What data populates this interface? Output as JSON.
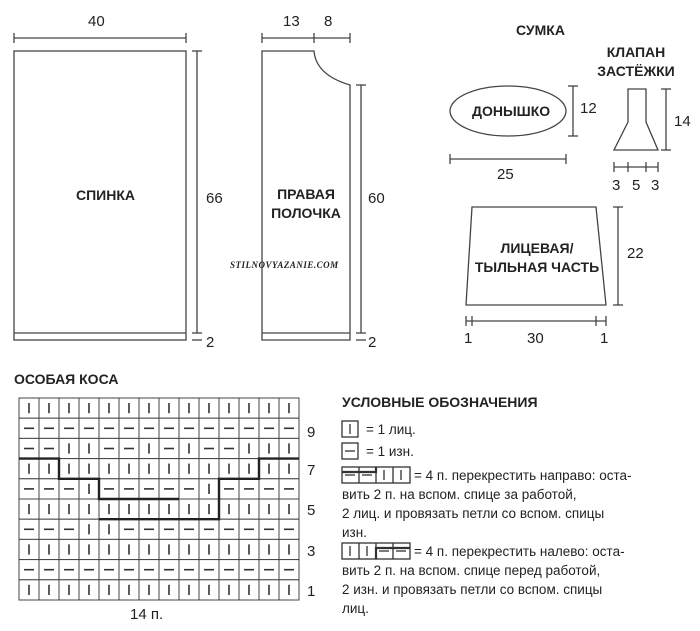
{
  "schema": {
    "back": {
      "label": "СПИНКА",
      "width": "40",
      "height": "66",
      "band": "2"
    },
    "front": {
      "label": "ПРАВАЯ\nПОЛОЧКА",
      "width_a": "13",
      "width_b": "8",
      "height": "60",
      "band": "2"
    },
    "bag": {
      "title": "СУМКА",
      "bottom": {
        "label": "ДОНЫШКО",
        "width": "25",
        "height": "12"
      },
      "flap": {
        "label": "КЛАПАН\nЗАСТЁЖКИ",
        "height": "14",
        "seg1": "3",
        "seg2": "5",
        "seg3": "3"
      },
      "panel": {
        "label": "ЛИЦЕВАЯ/\nТЫЛЬНАЯ ЧАСТЬ",
        "height": "22",
        "left": "1",
        "mid": "30",
        "right": "1"
      }
    },
    "watermark": "STILNOVYAZANIE.COM"
  },
  "chart": {
    "title": "ОСОБАЯ КОСА",
    "stitches_label": "14 п.",
    "row_labels": [
      "9",
      "7",
      "5",
      "3",
      "1"
    ],
    "rows_top_to_bottom": [
      "KKKKKKKKKKKKKK",
      "PPPPPPPPPPPPPP",
      "PPKKPPKPKPPKKK",
      "KKKKKKKKKKKKKK",
      "PPPKPPPPPKPPPP",
      "KKKKKKKKKKKKKK",
      "PPPKKPPPPPPPPP",
      "KKKKKKKKKKKKKK",
      "PPPPPPPPPPPPPP",
      "KKKKKKKKKKKKKK"
    ]
  },
  "legend": {
    "title": "УСЛОВНЫЕ ОБОЗНАЧЕНИЯ",
    "knit": "= 1 лиц.",
    "purl": "= 1 изн.",
    "right_cross": [
      "= 4 п. перекрестить направо: оста-",
      "вить 2 п. на вспом. спице за работой,",
      "2 лиц. и провязать петли со вспом. спицы",
      "изн."
    ],
    "left_cross": [
      "= 4 п. перекрестить налево: оста-",
      "вить 2 п. на вспом. спице перед работой,",
      "2 изн. и провязать петли со вспом. спицы",
      "лиц."
    ]
  }
}
